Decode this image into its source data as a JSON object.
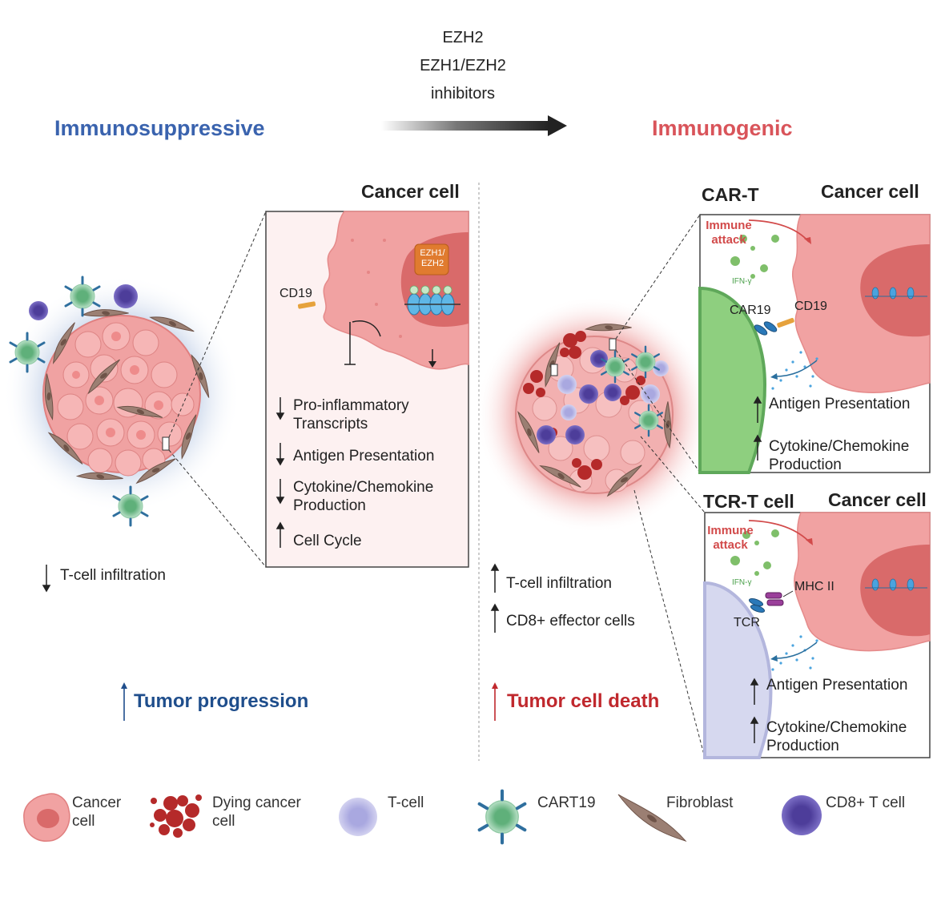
{
  "drugs": {
    "line1": "EZH2",
    "line2": "EZH1/EZH2",
    "line3": "inhibitors"
  },
  "left": {
    "title": "Immunosuppressive",
    "box_title": "Cancer cell",
    "ezh_label": "EZH1/ EZH2",
    "cd19": "CD19",
    "effects": [
      {
        "dir": "down",
        "text": "Pro-inflammatory Transcripts"
      },
      {
        "dir": "down",
        "text": "Antigen Presentation"
      },
      {
        "dir": "down",
        "text": "Cytokine/Chemokine Production"
      },
      {
        "dir": "up",
        "text": "Cell Cycle"
      }
    ],
    "infiltration": "T-cell infiltration",
    "outcome": "Tumor progression"
  },
  "right": {
    "title": "Immunogenic",
    "cart_title": "CAR-T",
    "cart_box_title": "Cancer cell",
    "tcr_title": "TCR-T cell",
    "tcr_box_title": "Cancer cell",
    "immune_attack": "Immune attack",
    "ifn": "IFN-γ",
    "car19": "CAR19",
    "cd19": "CD19",
    "mhc": "MHC II",
    "tcr": "TCR",
    "box_effects": [
      "Antigen Presentation",
      "Cytokine/Chemokine Production"
    ],
    "infiltration": "T-cell infiltration",
    "effector": "CD8+ effector cells",
    "outcome": "Tumor cell death"
  },
  "legend": [
    {
      "label": "Cancer cell",
      "icon": "cancer-cell-icon"
    },
    {
      "label": "Dying cancer cell",
      "icon": "dying-cancer-cell-icon"
    },
    {
      "label": "T-cell",
      "icon": "t-cell-icon"
    },
    {
      "label": "CART19",
      "icon": "cart19-icon"
    },
    {
      "label": "Fibroblast",
      "icon": "fibroblast-icon"
    },
    {
      "label": "CD8+ T cell",
      "icon": "cd8-t-cell-icon"
    }
  ],
  "colors": {
    "blue": "#3a63ae",
    "red": "#d9545a",
    "dark_blue": "#1f4e8c",
    "dark_red": "#c0282d",
    "cancer": "#f2a0a0",
    "nucleus": "#d96a6a",
    "ezh": "#e07b2f"
  }
}
